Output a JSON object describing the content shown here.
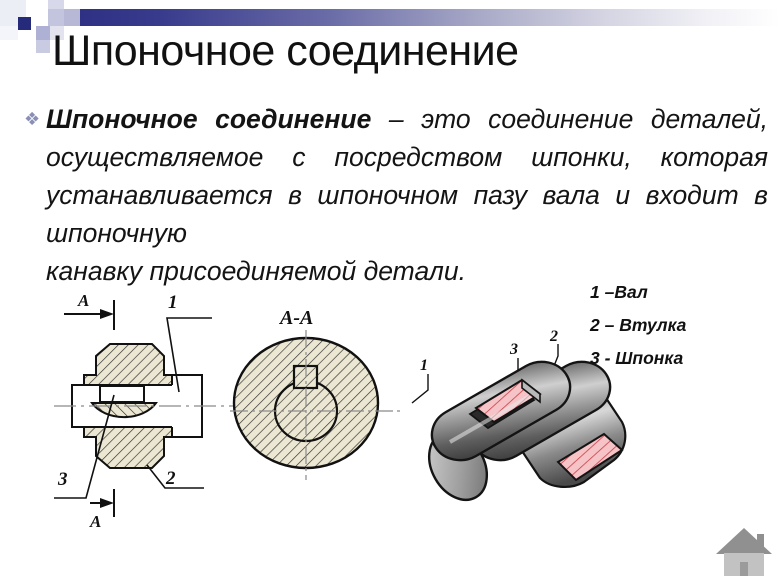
{
  "slide": {
    "title": "Шпоночное соединение",
    "background_color": "#ffffff",
    "accent_color": "#262a7a"
  },
  "header": {
    "bar_gradient_from": "#2c2f82",
    "bar_gradient_to": "#ffffff",
    "decoration_name": "checkered-squares"
  },
  "body": {
    "bullet_glyph": "❖",
    "definition_term": "Шпоночное соединение",
    "definition_rest": " – это соединение деталей, осуществляемое с посредством шпонки, которая устанавливается в шпоночном пазу вала и входит в шпоночную",
    "definition_last_line": "канавку присоединяемой детали."
  },
  "legend": {
    "items": [
      {
        "label": "1 –Вал"
      },
      {
        "label": "2 – Втулка"
      },
      {
        "label": "3 - Шпонка"
      }
    ]
  },
  "figures": {
    "section_view": {
      "name": "Продольный разрез шпоночного соединения",
      "section_marker_top": "A",
      "section_marker_bottom": "A",
      "callout_1": "1",
      "callout_2": "2",
      "callout_3": "3",
      "hatch_color": "#ece7d2",
      "line_color": "#1a1a1a"
    },
    "cross_section": {
      "name": "Поперечный разрез",
      "caption": "A-A",
      "hatch_color": "#ece7d2",
      "line_color": "#1a1a1a"
    },
    "isometric": {
      "name": "Аксонометрия шпоночного соединения",
      "callout_1": "1",
      "callout_2": "2",
      "callout_3": "3",
      "shaft_color": "#8c8c8c",
      "key_color": "#f3b9bd"
    }
  },
  "watermark": {
    "icon": "home-icon",
    "color": "#a8a8a8"
  }
}
